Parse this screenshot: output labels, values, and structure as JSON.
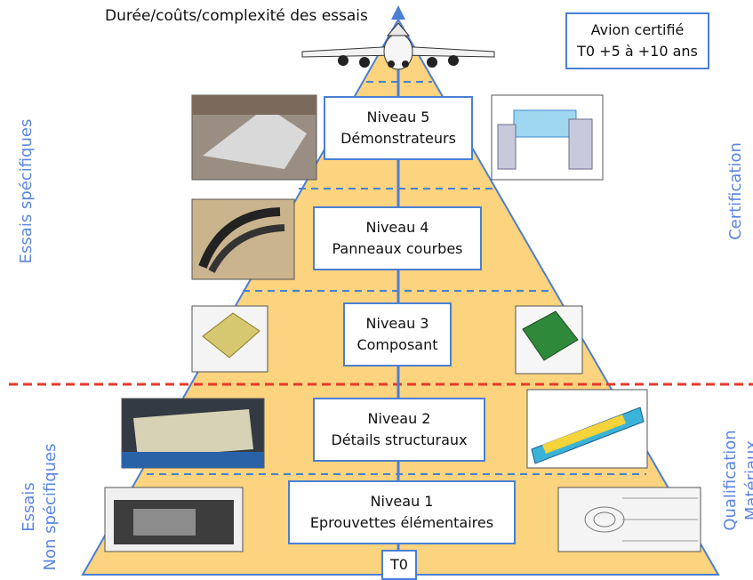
{
  "axis_label": "Durée/coûts/complexité des essais",
  "certified_box": {
    "line1": "Avion certifié",
    "line2": "T0 +5 à +10 ans"
  },
  "levels": [
    {
      "title": "Niveau 5",
      "subtitle": "Démonstrateurs"
    },
    {
      "title": "Niveau 4",
      "subtitle": "Panneaux courbes"
    },
    {
      "title": "Niveau 3",
      "subtitle": "Composant"
    },
    {
      "title": "Niveau 2",
      "subtitle": "Détails structuraux"
    },
    {
      "title": "Niveau 1",
      "subtitle": "Eprouvettes élémentaires"
    }
  ],
  "base_label": "T0",
  "left_labels": {
    "top": "Essais spécifiques",
    "bottom_line1": "Essais",
    "bottom_line2": "Non spécifiques"
  },
  "right_labels": {
    "top": "Certification",
    "bottom_line1": "Qualification",
    "bottom_line2": "Matériaux"
  },
  "colors": {
    "pyramid": "#fcd37e",
    "accent": "#4a7fd4",
    "separator": "#e53a2a",
    "side_text": "#5b86e0"
  },
  "icons": [
    "airplane-icon",
    "arrow-up-icon"
  ]
}
